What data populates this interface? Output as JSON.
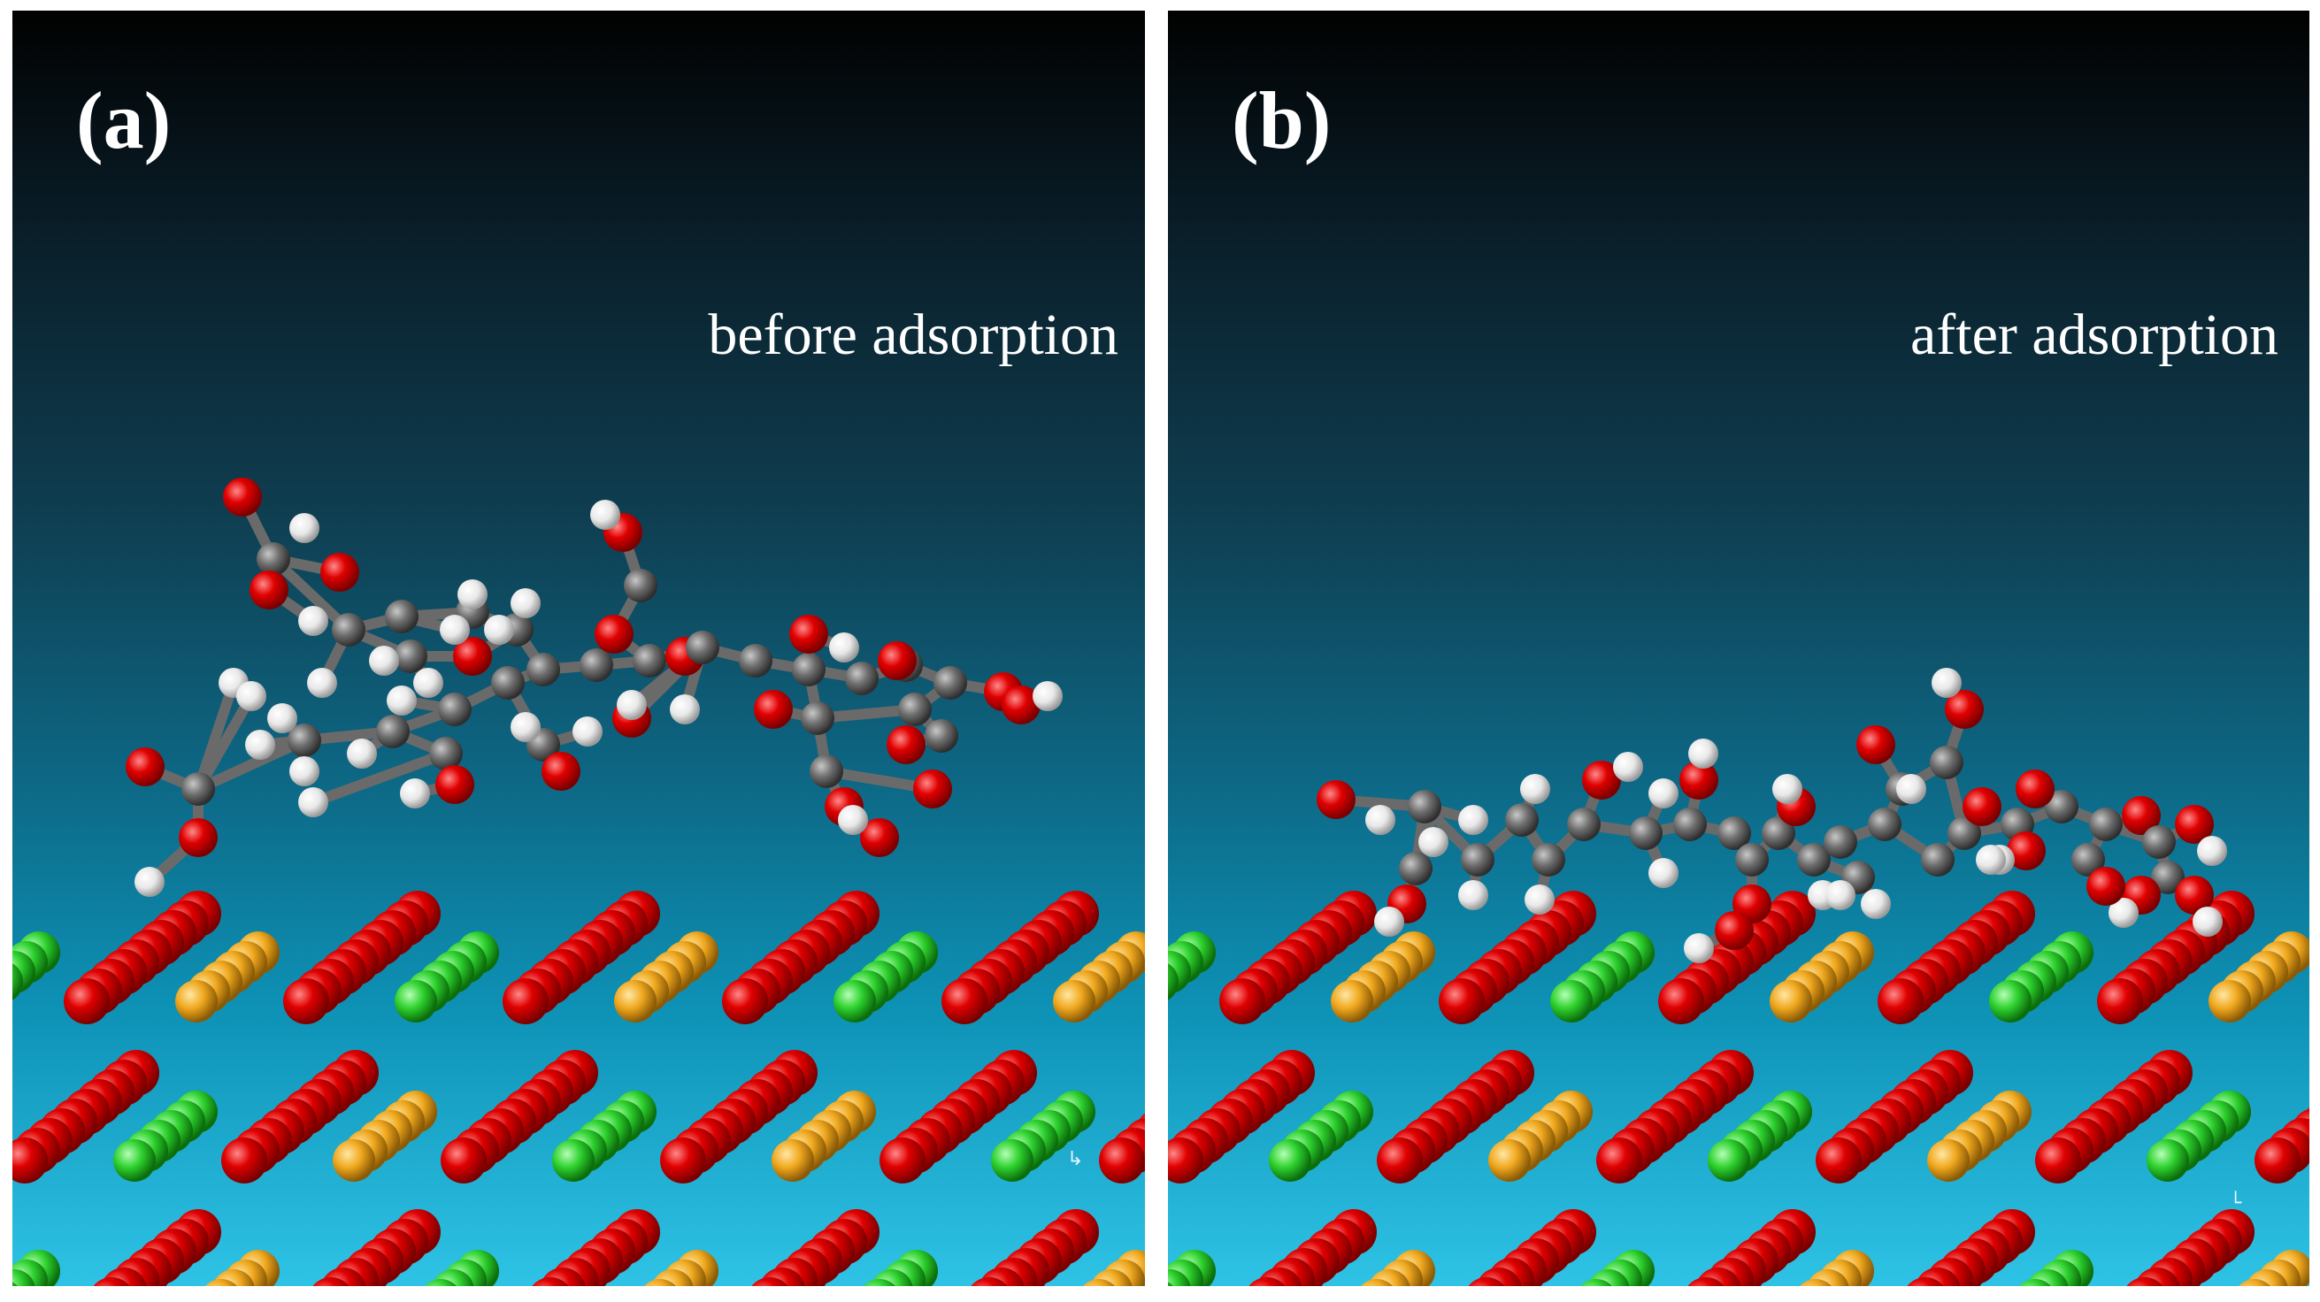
{
  "panels": [
    {
      "id": "a",
      "label": "(a)",
      "caption": "before adsorption"
    },
    {
      "id": "b",
      "label": "(b)",
      "caption": "after adsorption"
    }
  ],
  "colors": {
    "oxygen": "#e00000",
    "carbon": "#6e6e6e",
    "hydrogen": "#eeeeee",
    "surface_green": "#2ed12e",
    "surface_orange": "#f0a81e",
    "background_top": "#010101",
    "background_bottom": "#2ec3e6"
  }
}
